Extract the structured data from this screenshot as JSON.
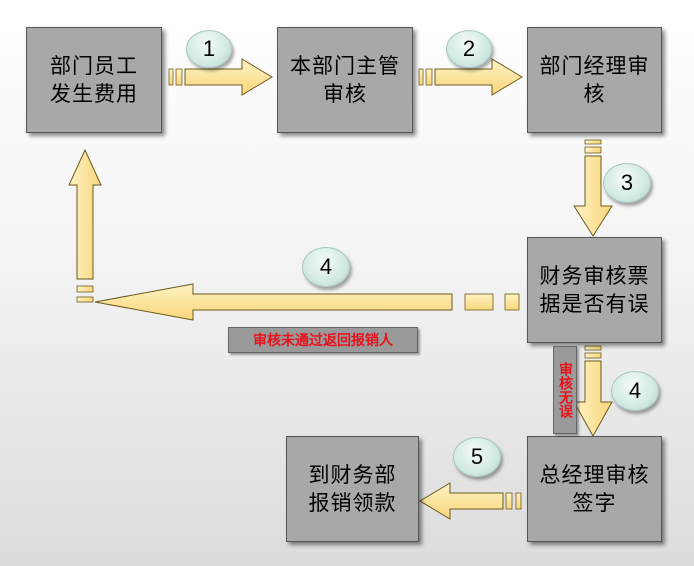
{
  "nodes": {
    "employee_expense": "部门员工\n发生费用",
    "supervisor_review": "本部门主管\n审核",
    "manager_review": "部门经理审\n核",
    "finance_review": "财务审核票\n据是否有误",
    "gm_sign": "总经理审核\n签字",
    "reimburse": "到财务部\n报销领款"
  },
  "steps": {
    "s1": "1",
    "s2": "2",
    "s3": "3",
    "s4_return": "4",
    "s4_forward": "4",
    "s5": "5"
  },
  "labels": {
    "return_to_applicant": "审核未通过返回报销人",
    "no_error": "审核无误"
  },
  "colors": {
    "box_fill": "#a8a8a8",
    "arrow_fill": "#fde49a",
    "arrow_stroke": "#6b5a1e",
    "badge_fill": "#d5ebe6",
    "label_text": "#e8121b"
  }
}
